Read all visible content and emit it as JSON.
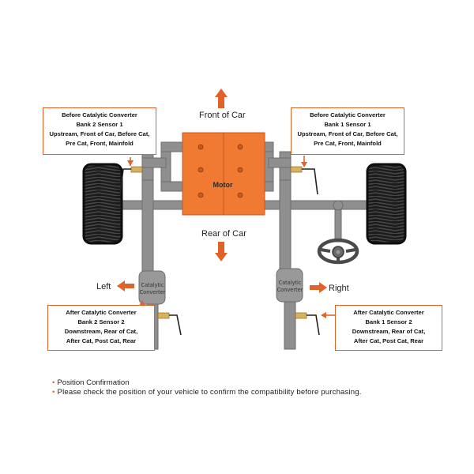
{
  "labels": {
    "front": "Front of Car",
    "rear": "Rear of Car",
    "left": "Left",
    "right": "Right",
    "motor": "Motor",
    "converter_line1": "Catalytic",
    "converter_line2": "Converter"
  },
  "boxes": {
    "bank2_sensor1": [
      "Before Catalytic Converter",
      "Bank 2 Sensor 1",
      "Upstream, Front of Car, Before Cat,",
      "Pre Cat, Front, Mainfold"
    ],
    "bank1_sensor1": [
      "Before Catalytic Converter",
      "Bank 1 Sensor 1",
      "Upstream, Front of Car, Before Cat,",
      "Pre Cat, Front, Mainfold"
    ],
    "bank2_sensor2": [
      "After Catalytic Converter",
      "Bank 2 Sensor 2",
      "Downstream, Rear of Cat,",
      "After Cat, Post Cat, Rear"
    ],
    "bank1_sensor2": [
      "After Catalytic Converter",
      "Bank 1 Sensor 2",
      "Downstream, Rear of Cat,",
      "After Cat, Post Cat, Rear"
    ]
  },
  "notes": {
    "line1": "Position Confirmation",
    "line2": "Please check the position of your vehicle to confirm the compatibility before purchasing."
  },
  "colors": {
    "accent": "#e0632a",
    "pipe": "#8f8f8f",
    "tire": "#1c1c1c",
    "motor": "#f07a32"
  }
}
